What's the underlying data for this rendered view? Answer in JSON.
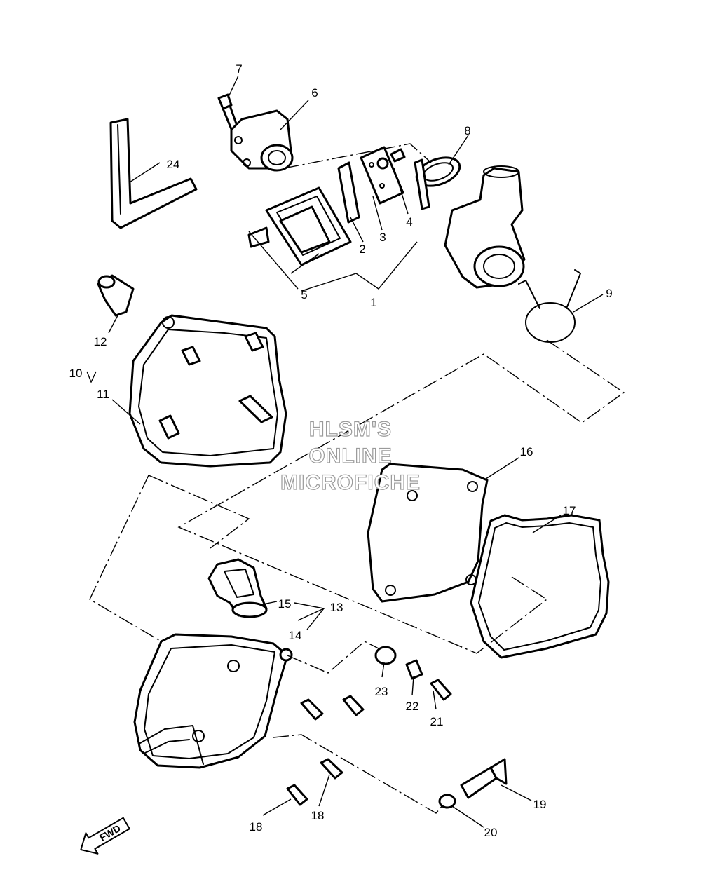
{
  "labels": {
    "p1": "1",
    "p2": "2",
    "p3": "3",
    "p4": "4",
    "p5": "5",
    "p6": "6",
    "p7": "7",
    "p8": "8",
    "p9": "9",
    "p10": "10",
    "p11": "11",
    "p12": "12",
    "p13": "13",
    "p14": "14",
    "p15": "15",
    "p16": "16",
    "p17": "17",
    "p18a": "18",
    "p18b": "18",
    "p19": "19",
    "p20": "20",
    "p21": "21",
    "p22": "22",
    "p23": "23",
    "p24": "24"
  },
  "watermark": {
    "line1": "HLSM'S",
    "line2": "ONLINE",
    "line3": "MICROFICHE"
  },
  "direction": {
    "fwd": "FWD"
  }
}
